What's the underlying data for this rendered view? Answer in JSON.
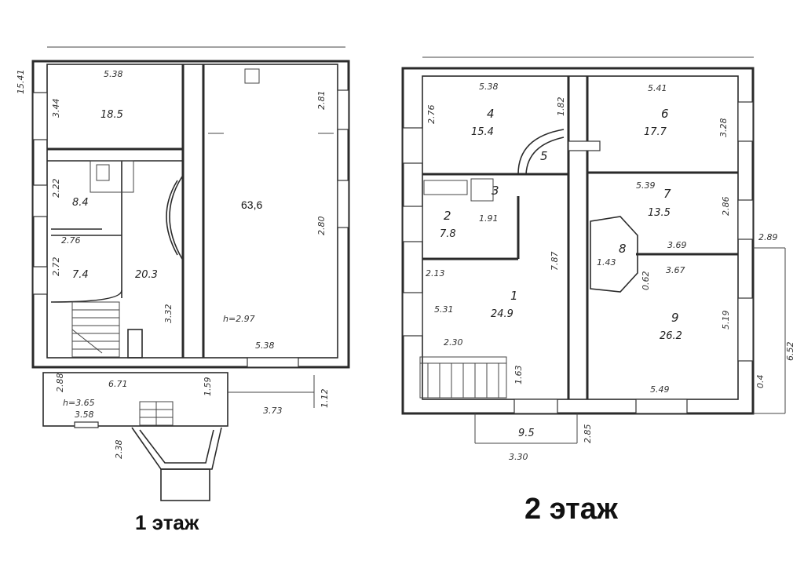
{
  "floor1": {
    "caption": "1 этаж",
    "area_main": "63,6",
    "height": "h=2.97",
    "porch_height": "h=3.65",
    "dims": {
      "d541": "15.41",
      "d538a": "5.38",
      "d344": "3.44",
      "d185": "18.5",
      "d281": "2.81",
      "d222": "2.22",
      "d84": "8.4",
      "d276": "2.76",
      "d272": "2.72",
      "d74": "7.4",
      "d203": "20.3",
      "d280": "2.80",
      "d332": "3.32",
      "d538b": "5.38",
      "d288": "2.88",
      "d671": "6.71",
      "d159": "1.59",
      "d358": "3.58",
      "d373": "3.73",
      "d112": "1.12",
      "d238": "2.38"
    }
  },
  "floor2": {
    "caption": "2 этаж",
    "rooms": {
      "r1": "1",
      "r1a": "24.9",
      "r2": "2",
      "r2a": "7.8",
      "r3": "3",
      "r4": "4",
      "r4a": "15.4",
      "r5": "5",
      "r6": "6",
      "r6a": "17.7",
      "r7": "7",
      "r7a": "13.5",
      "r8": "8",
      "r9": "9",
      "r9a": "26.2"
    },
    "dims": {
      "d538": "5.38",
      "d182": "1.82",
      "d276": "2.76",
      "d541": "5.41",
      "d328": "3.28",
      "d539": "5.39",
      "d286": "2.86",
      "d191": "1.91",
      "d787": "7.87",
      "d143": "1.43",
      "d369": "3.69",
      "d289": "2.89",
      "d213": "2.13",
      "d062": "0.62",
      "d367": "3.67",
      "d531": "5.31",
      "d519": "5.19",
      "d652": "6.52",
      "d230": "2.30",
      "d163": "1.63",
      "d549": "5.49",
      "d04": "0.4",
      "d95": "9.5",
      "d285": "2.85",
      "d330": "3.30"
    }
  }
}
